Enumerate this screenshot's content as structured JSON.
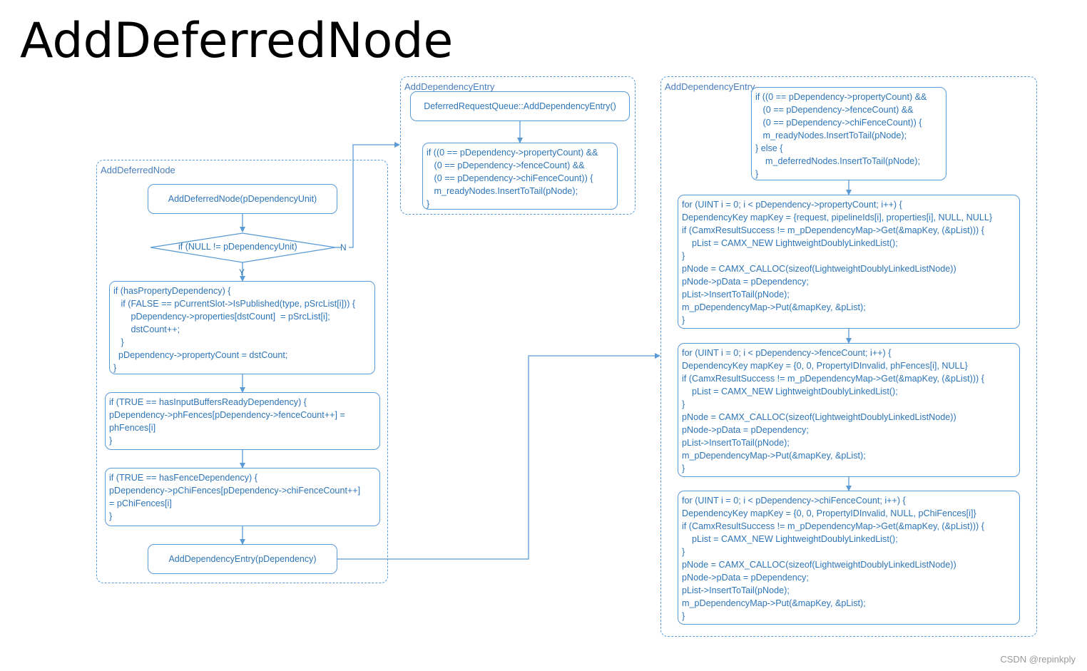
{
  "title": "AddDeferredNode",
  "watermark": "CSDN @repinkply",
  "groups": {
    "left": "AddDeferredNode",
    "middle": "AddDependencyEntry",
    "right": "AddDependencyEntry"
  },
  "left": {
    "start": "AddDeferredNode(pDependencyUnit)",
    "decision": "if (NULL != pDependencyUnit)",
    "no_label": "N",
    "yes_label": "Y",
    "property_block": [
      "if (hasPropertyDependency) {",
      "   if (FALSE == pCurrentSlot->IsPublished(type, pSrcList[i])) {",
      "       pDependency->properties[dstCount]  = pSrcList[i];",
      "       dstCount++;",
      "   }",
      "  pDependency->propertyCount = dstCount;",
      "}"
    ],
    "buffers_block": [
      "if (TRUE == hasInputBuffersReadyDependency) {",
      "pDependency->phFences[pDependency->fenceCount++] =",
      "phFences[i]",
      "}"
    ],
    "fence_block": [
      "if (TRUE == hasFenceDependency) {",
      "pDependency->pChiFences[pDependency->chiFenceCount++]",
      "= pChiFences[i]",
      "}"
    ],
    "end": "AddDependencyEntry(pDependency)"
  },
  "middle": {
    "header": "DeferredRequestQueue::AddDependencyEntry()",
    "block": [
      "if ((0 == pDependency->propertyCount) &&",
      "   (0 == pDependency->fenceCount) &&",
      "   (0 == pDependency->chiFenceCount)) {",
      "   m_readyNodes.InsertToTail(pNode);",
      "}"
    ]
  },
  "right": {
    "top_block": [
      "if ((0 == pDependency->propertyCount) &&",
      "   (0 == pDependency->fenceCount) &&",
      "   (0 == pDependency->chiFenceCount)) {",
      "   m_readyNodes.InsertToTail(pNode);",
      "} else {",
      "    m_deferredNodes.InsertToTail(pNode);",
      "}"
    ],
    "property_loop": [
      "for (UINT i = 0; i < pDependency->propertyCount; i++) {",
      "DependencyKey mapKey = {request, pipelineIds[i], properties[i], NULL, NULL}",
      "if (CamxResultSuccess != m_pDependencyMap->Get(&mapKey, (&pList))) {",
      "    pList = CAMX_NEW LightweightDoublyLinkedList();",
      "}",
      "pNode = CAMX_CALLOC(sizeof(LightweightDoublyLinkedListNode))",
      "pNode->pData = pDependency;",
      "pList->InsertToTail(pNode);",
      "m_pDependencyMap->Put(&mapKey, &pList);",
      "}"
    ],
    "fence_loop": [
      "for (UINT i = 0; i < pDependency->fenceCount; i++) {",
      "DependencyKey mapKey = {0, 0, PropertyIDInvalid, phFences[i], NULL}",
      "if (CamxResultSuccess != m_pDependencyMap->Get(&mapKey, (&pList))) {",
      "    pList = CAMX_NEW LightweightDoublyLinkedList();",
      "}",
      "pNode = CAMX_CALLOC(sizeof(LightweightDoublyLinkedListNode))",
      "pNode->pData = pDependency;",
      "pList->InsertToTail(pNode);",
      "m_pDependencyMap->Put(&mapKey, &pList);",
      "}"
    ],
    "chifence_loop": [
      "for (UINT i = 0; i < pDependency->chiFenceCount; i++) {",
      "DependencyKey mapKey = {0, 0, PropertyIDInvalid, NULL, pChiFences[i]}",
      "if (CamxResultSuccess != m_pDependencyMap->Get(&mapKey, (&pList))) {",
      "    pList = CAMX_NEW LightweightDoublyLinkedList();",
      "}",
      "pNode = CAMX_CALLOC(sizeof(LightweightDoublyLinkedListNode))",
      "pNode->pData = pDependency;",
      "pList->InsertToTail(pNode);",
      "m_pDependencyMap->Put(&mapKey, &pList);",
      "}"
    ]
  },
  "colors": {
    "accent": "#5b9bd5",
    "text": "#2e75b6",
    "group_label": "#4a7ebb"
  }
}
